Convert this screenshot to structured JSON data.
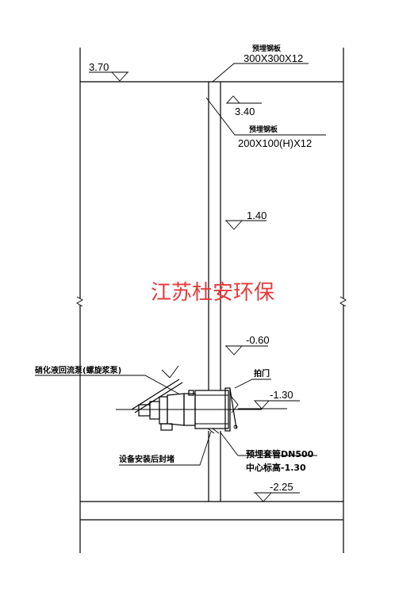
{
  "labels": {
    "plate_top_cn": "预埋钢板",
    "plate_top_size": "300X300X12",
    "plate_mid_cn": "预埋钢板",
    "plate_mid_size": "200X100(H)X12",
    "pump_name": "硝化液回流泵(螺旋浆泵)",
    "flap_gate": "拍门",
    "seal_wall": "设备安装后封堵",
    "sleeve": "预埋套管DN500",
    "center_elev": "中心标高-1.30",
    "watermark": "江苏杜安环保"
  },
  "elevations": {
    "top": "3.70",
    "e340": "3.40",
    "e140": "1.40",
    "e060": "-0.60",
    "e130": "-1.30",
    "e225": "-2.25"
  }
}
